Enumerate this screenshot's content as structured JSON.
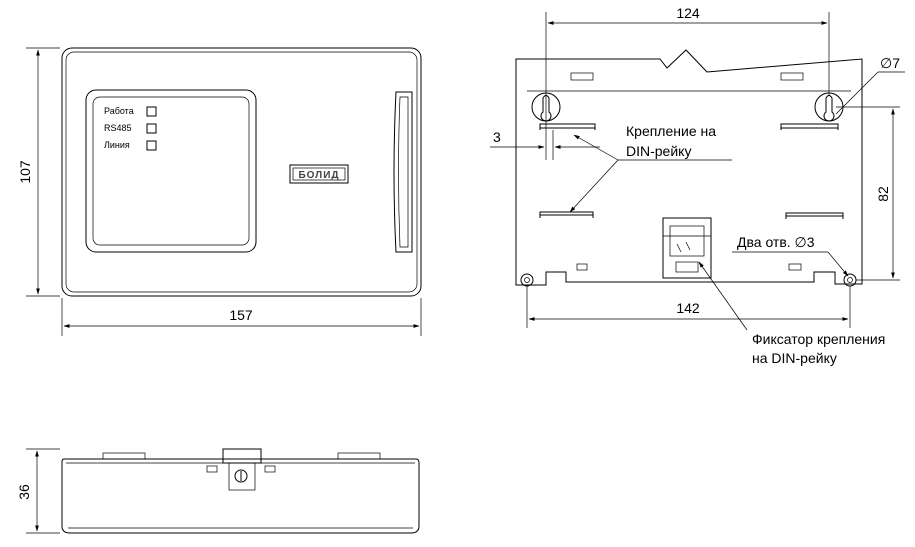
{
  "front_view": {
    "leds": [
      {
        "label": "Работа"
      },
      {
        "label": "RS485"
      },
      {
        "label": "Линия"
      }
    ],
    "logo": "БОЛИД",
    "dim_height": "107",
    "dim_width": "157"
  },
  "rear_view": {
    "dim_top": "124",
    "dim_hole": "∅7",
    "dim_side": "82",
    "dim_bottom": "142",
    "dim_offset": "3",
    "callout_din_mount": [
      "Крепление на",
      "DIN-рейку"
    ],
    "callout_two_holes": "Два отв. ∅3",
    "callout_latch": [
      "Фиксатор крепления",
      "на DIN-рейку"
    ]
  },
  "side_view": {
    "dim_height": "36"
  }
}
